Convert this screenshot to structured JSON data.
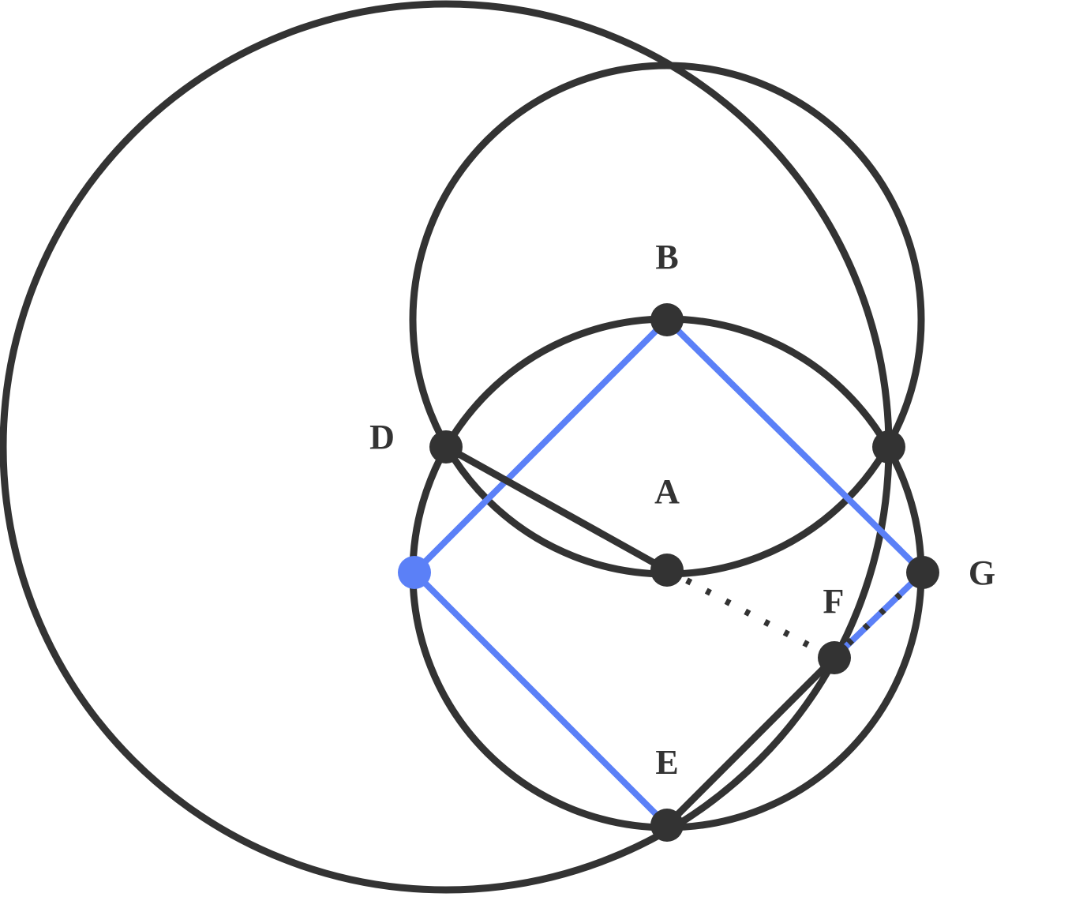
{
  "colors": {
    "ink": "#333333",
    "accent": "#5b80f7",
    "background": "#ffffff"
  },
  "labels": {
    "A": "A",
    "B": "B",
    "D": "D",
    "E": "E",
    "F": "F",
    "G": "G"
  }
}
